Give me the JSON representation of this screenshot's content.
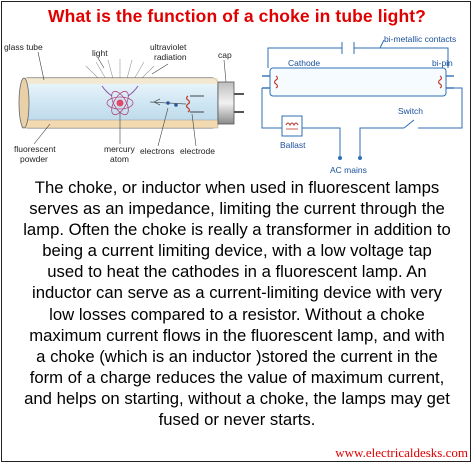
{
  "title": "What is the function of a choke in tube light?",
  "tube_diagram": {
    "labels": {
      "glass_tube": "glass tube",
      "light": "light",
      "ultraviolet_radiation_line1": "ultraviolet",
      "ultraviolet_radiation_line2": "radiation",
      "cap": "cap",
      "fluorescent_powder_line1": "fluorescent",
      "fluorescent_powder_line2": "powder",
      "mercury_atom_line1": "mercury",
      "mercury_atom_line2": "atom",
      "electrons": "electrons",
      "electrode": "electrode"
    }
  },
  "circuit_diagram": {
    "labels": {
      "bimetallic_contacts": "bi-metallic contacts",
      "cathode": "Cathode",
      "bi_pin": "bi-pin",
      "ballast": "Ballast",
      "switch": "Switch",
      "ac_mains": "AC mains"
    }
  },
  "body_lines": [
    "The choke, or inductor when used in fluorescent lamps",
    "serves as an impedance, limiting the current through the",
    "lamp. Often the choke is really a transformer in addition to",
    "being a current limiting device, with a low voltage tap",
    "used to heat the cathodes in a fluorescent lamp. An",
    "inductor can serve as a current-limiting device with very",
    "low losses compared to a resistor. Without a choke",
    "maximum current flows in the fluorescent lamp, and with",
    "a choke (which is an inductor )stored the current in the",
    "form of a charge reduces the value of maximum current,",
    "and helps on starting, without a choke, the lamps may get",
    "fused or never starts."
  ],
  "footer": "www.electricaldesks.com",
  "colors": {
    "title": "#e00000",
    "footer": "#e00000",
    "circuit_label": "#1a4f9c",
    "tube_glass": "#d9ecf6",
    "phosphor": "#f2d9b0"
  }
}
